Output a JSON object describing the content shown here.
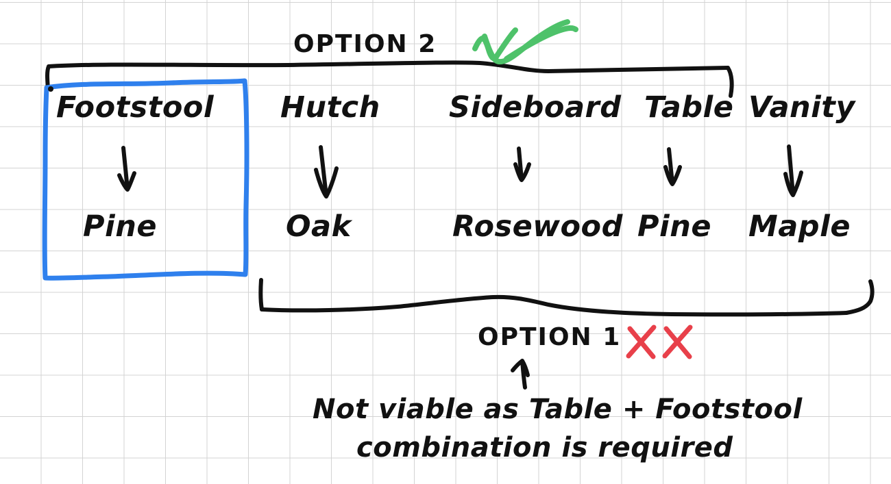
{
  "board": {
    "title": "Furniture and wood option comparison sketch",
    "background": "#ffffff",
    "grid_color": "#d3d3d3",
    "ink_color": "#111111"
  },
  "colors": {
    "ink": "#111111",
    "highlight_box": "#2f80ed",
    "approved_check": "#4ec26a",
    "rejected_cross": "#e8404a"
  },
  "columns": [
    {
      "item": "Footstool",
      "wood": "Pine"
    },
    {
      "item": "Hutch",
      "wood": "Oak"
    },
    {
      "item": "Sideboard",
      "wood": "Rosewood"
    },
    {
      "item": "Table",
      "wood": "Pine"
    },
    {
      "item": "Vanity",
      "wood": "Maple"
    }
  ],
  "options": {
    "top": {
      "label": "OPTION 2",
      "mark": "double-check",
      "mark_color": "#4ec26a",
      "covers": [
        "Footstool",
        "Hutch",
        "Sideboard",
        "Table",
        "Vanity"
      ]
    },
    "bottom": {
      "label": "OPTION 1",
      "mark": "double-cross",
      "mark_color": "#e8404a",
      "covers": [
        "Hutch",
        "Sideboard",
        "Table",
        "Vanity"
      ]
    }
  },
  "note": {
    "line1": "Not viable as Table + Footstool",
    "line2": "combination is required"
  }
}
